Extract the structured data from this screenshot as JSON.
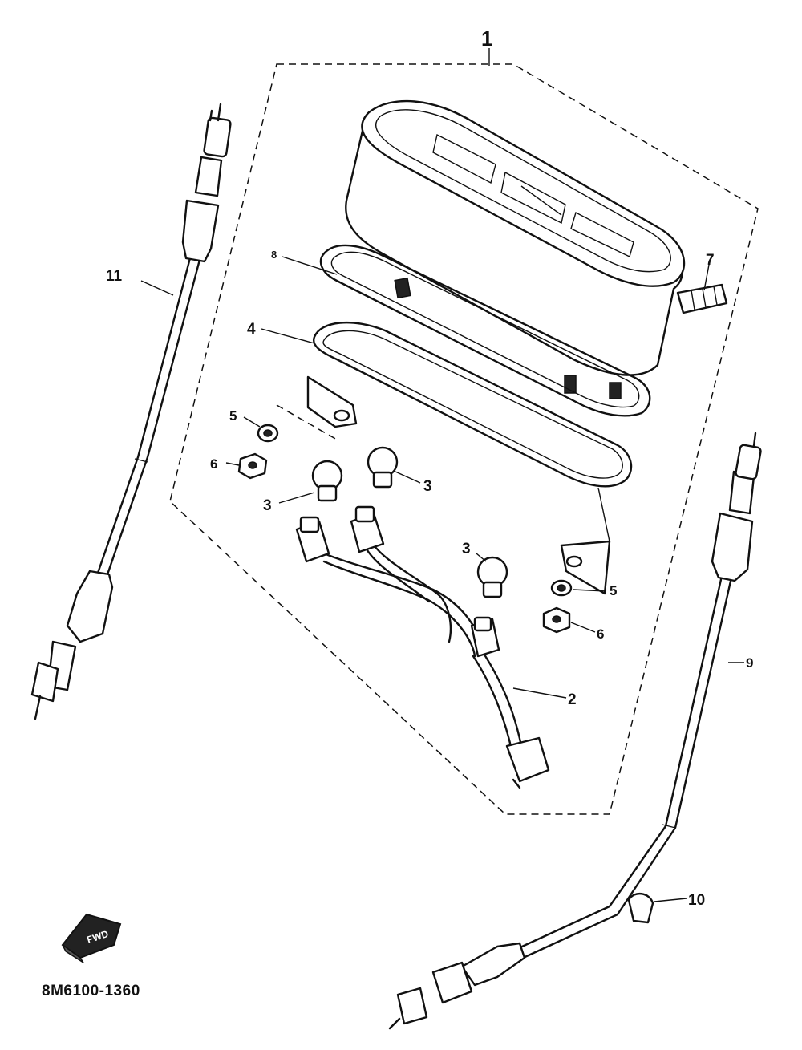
{
  "callouts": {
    "c1": "1",
    "c2": "2",
    "c3a": "3",
    "c3b": "3",
    "c3c": "3",
    "c4": "4",
    "c5a": "5",
    "c5b": "5",
    "c6a": "6",
    "c6b": "6",
    "c7": "7",
    "c8": "8",
    "c9": "9",
    "c10": "10",
    "c11": "11"
  },
  "front_marker": "FWD",
  "diagram_code": "8M6100-1360"
}
